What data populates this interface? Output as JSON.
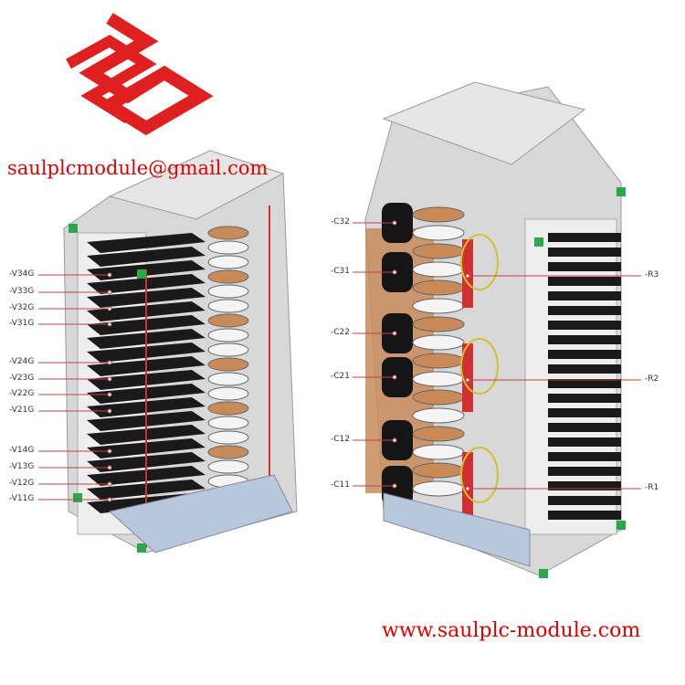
{
  "watermark": {
    "email": "saulplcmodule@gmail.com",
    "website": "www.saulplc-module.com",
    "logo_color": "#e02020"
  },
  "left_unit": {
    "labels": [
      "-V34G",
      "-V33G",
      "-V32G",
      "-V31G",
      "-V24G",
      "-V23G",
      "-V22G",
      "-V21G",
      "-V14G",
      "-V13G",
      "-V12G",
      "-V11G"
    ]
  },
  "right_unit": {
    "capacitor_labels": [
      "-C32",
      "-C31",
      "-C22",
      "-C21",
      "-C12",
      "-C11"
    ],
    "resistor_labels": [
      "-R3",
      "-R2",
      "-R1"
    ]
  },
  "colors": {
    "leader_line": "#c0404a",
    "heatsink": "#1a1a1a",
    "copper": "#c98a5a",
    "frame": "#d8d8d8",
    "green_clip": "#2aa84a",
    "red_bus": "#d03030"
  }
}
